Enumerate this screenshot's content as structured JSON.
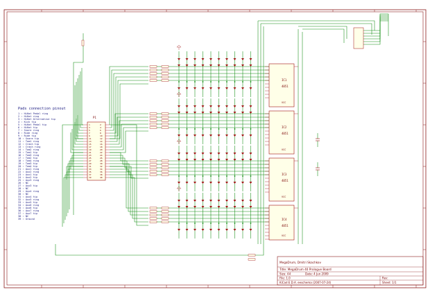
{
  "colors": {
    "border": "#8a1a1a",
    "wire": "#0d8a0d",
    "component": "#a01010",
    "text": "#1a1a80"
  },
  "pinout": {
    "heading": "Pads connection pinout",
    "items": [
      "1 : HiHat Pedal ring",
      "2 : HiHat ring",
      "3 : HiHat Alternative tip",
      "4 : Kick tip",
      "5 : HiHat Pedal tip",
      "6 : HiHat tip",
      "7 : Snare ring",
      "8 : Ride ring",
      "9 : Ride tip",
      "10 : Snare tip",
      "11 : Tom1 ring",
      "12 : Crash tip",
      "13 : Crash ring",
      "14 : Tom2 ring",
      "15 : Tom1 tip",
      "16 : Tom3 ring",
      "17 : Tom2 tip",
      "18 : Tom4 ring",
      "19 : Tom3 tip",
      "20 : Tom4 tip",
      "21 : Aux1 ring",
      "22 : Aux2 ring",
      "23 : Aux1 tip",
      "24 : Aux2 tip",
      "25 : Aux3 ring",
      "26 : NC",
      "27 : Aux3 tip",
      "28 : NC",
      "29 : Aux4 ring",
      "30 : NC",
      "31 : Aux4 tip",
      "32 : Aux5 ring",
      "33 : Aux5 tip",
      "34 : Aux6 ring",
      "35 : Aux6 tip",
      "36 : Aux7 ring",
      "37 : Aux7 tip",
      "38 : NC",
      "39 : Ground"
    ]
  },
  "connector_ref": "P1",
  "chips": [
    {
      "ref": "IC1",
      "part": "4051",
      "power": "VCC"
    },
    {
      "ref": "IC2",
      "part": "4051",
      "power": "VCC"
    },
    {
      "ref": "IC3",
      "part": "4051",
      "power": "VCC"
    },
    {
      "ref": "IC4",
      "part": "4051",
      "power": "VCC"
    }
  ],
  "title_block": {
    "company": "MegaDrum, Dmitri Skachkov",
    "title": "Title: MegaDrum 40 Prologue Board",
    "size": "Size: A4",
    "date": "Date: 4 Jun 2009",
    "file": "File: 1.0",
    "kicad": "KiCad E.D.A.  eeschema (2007-07-24)",
    "rev_label": "Rev:",
    "rev": "",
    "sheet": "Sheet: 1/1"
  }
}
